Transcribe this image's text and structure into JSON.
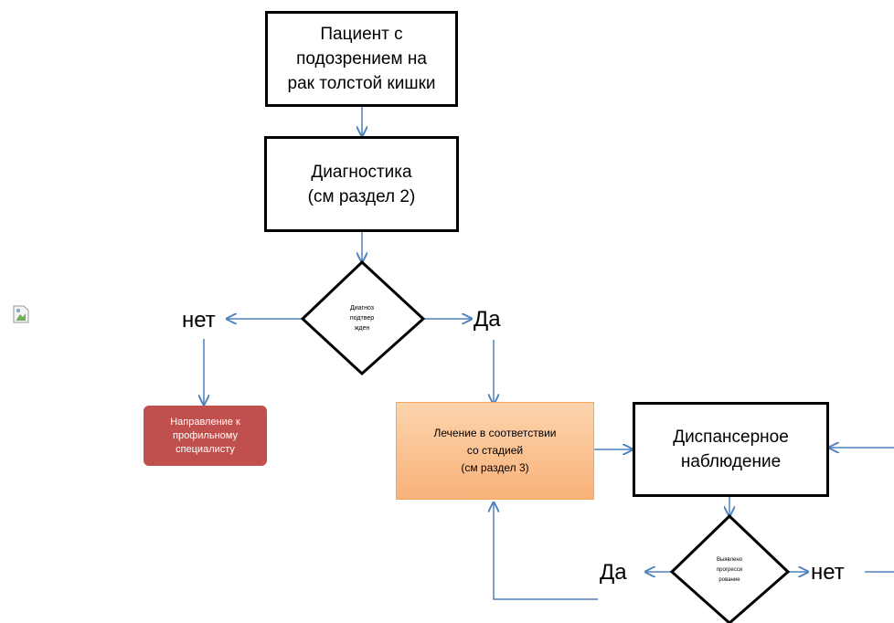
{
  "nodes": {
    "patient": "Пациент с\nподозрением на\nрак толстой кишки",
    "diagnostics": "Диагностика\n(см раздел 2)",
    "decision_confirmed": "Диагноз\nподтвер\nжден",
    "referral": "Направление к\nпрофильному\nспециалисту",
    "treatment": "Лечение в соответствии\nсо стадией\n(см раздел 3)",
    "followup": "Диспансерное\nнаблюдение",
    "decision_progression": "Выявлено\nпрогресси\nрование"
  },
  "labels": {
    "no_1": "нет",
    "yes_1": "Да",
    "yes_2": "Да",
    "no_2": "нет"
  },
  "colors": {
    "connector": "#4f81bd",
    "referral_fill": "#c0504d",
    "treatment_fill": "#f9b27a"
  },
  "icons": {
    "broken_image": "broken-image-icon"
  }
}
